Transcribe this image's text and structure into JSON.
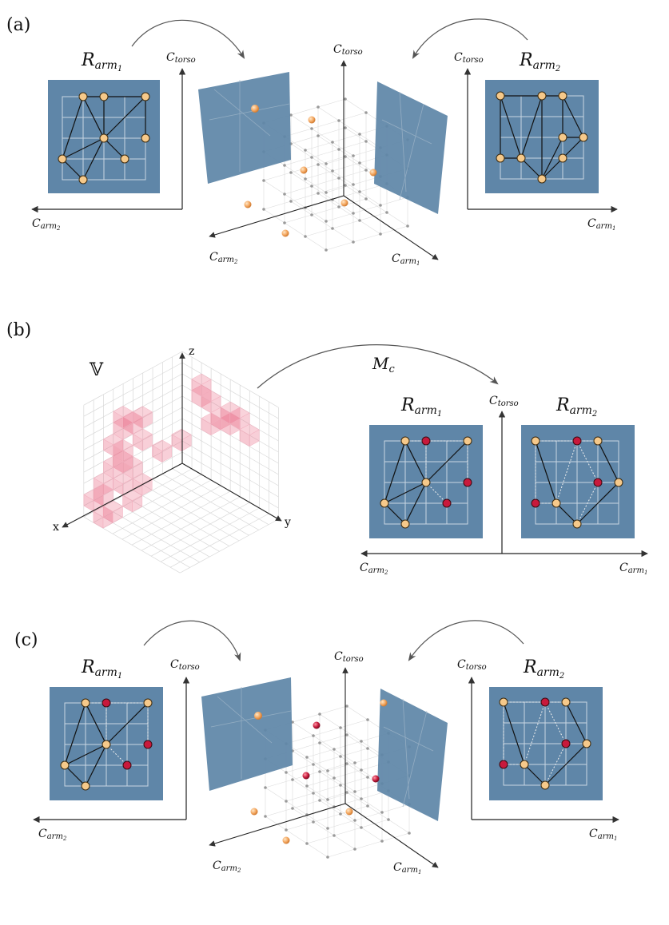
{
  "panels": {
    "a": {
      "label": "(a)",
      "left_panel_title": {
        "main": "R",
        "sub": "arm",
        "subsub": "1"
      },
      "right_panel_title": {
        "main": "R",
        "sub": "arm",
        "subsub": "2"
      },
      "left_axes": {
        "vertical": {
          "main": "C",
          "sub": "torso"
        },
        "horizontal": {
          "main": "C",
          "sub": "arm",
          "subsub": "2"
        }
      },
      "right_axes": {
        "vertical": {
          "main": "C",
          "sub": "torso"
        },
        "horizontal": {
          "main": "C",
          "sub": "arm",
          "subsub": "1"
        }
      },
      "center_axes": {
        "vertical": {
          "main": "C",
          "sub": "torso"
        },
        "left": {
          "main": "C",
          "sub": "arm",
          "subsub": "2"
        },
        "right": {
          "main": "C",
          "sub": "arm",
          "subsub": "1"
        }
      }
    },
    "b": {
      "label": "(b)",
      "voxel_symbol": "𝕍",
      "axis_z": "z",
      "axis_x": "x",
      "axis_y": "y",
      "mapping": {
        "main": "M",
        "sub": "c"
      },
      "left_panel_title": {
        "main": "R",
        "sub": "arm",
        "subsub": "1"
      },
      "right_panel_title": {
        "main": "R",
        "sub": "arm",
        "subsub": "2"
      },
      "axes": {
        "vertical": {
          "main": "C",
          "sub": "torso"
        },
        "left": {
          "main": "C",
          "sub": "arm",
          "subsub": "2"
        },
        "right": {
          "main": "C",
          "sub": "arm",
          "subsub": "1"
        }
      }
    },
    "c": {
      "label": "(c)",
      "left_panel_title": {
        "main": "R",
        "sub": "arm",
        "subsub": "1"
      },
      "right_panel_title": {
        "main": "R",
        "sub": "arm",
        "subsub": "2"
      },
      "left_axes": {
        "vertical": {
          "main": "C",
          "sub": "torso"
        },
        "horizontal": {
          "main": "C",
          "sub": "arm",
          "subsub": "2"
        }
      },
      "right_axes": {
        "vertical": {
          "main": "C",
          "sub": "torso"
        },
        "horizontal": {
          "main": "C",
          "sub": "arm",
          "subsub": "1"
        }
      },
      "center_axes": {
        "vertical": {
          "main": "C",
          "sub": "torso"
        },
        "left": {
          "main": "C",
          "sub": "arm",
          "subsub": "2"
        },
        "right": {
          "main": "C",
          "sub": "arm",
          "subsub": "1"
        }
      }
    }
  },
  "colors": {
    "panel_fill": "#5f86a8",
    "grid_line": "#c9d6e2",
    "node_fill": "#f6c98a",
    "node_stroke": "#3a2a10",
    "collision_fill": "#c8193c",
    "voxel_fill": "#e8607f",
    "arrow": "#555555"
  }
}
